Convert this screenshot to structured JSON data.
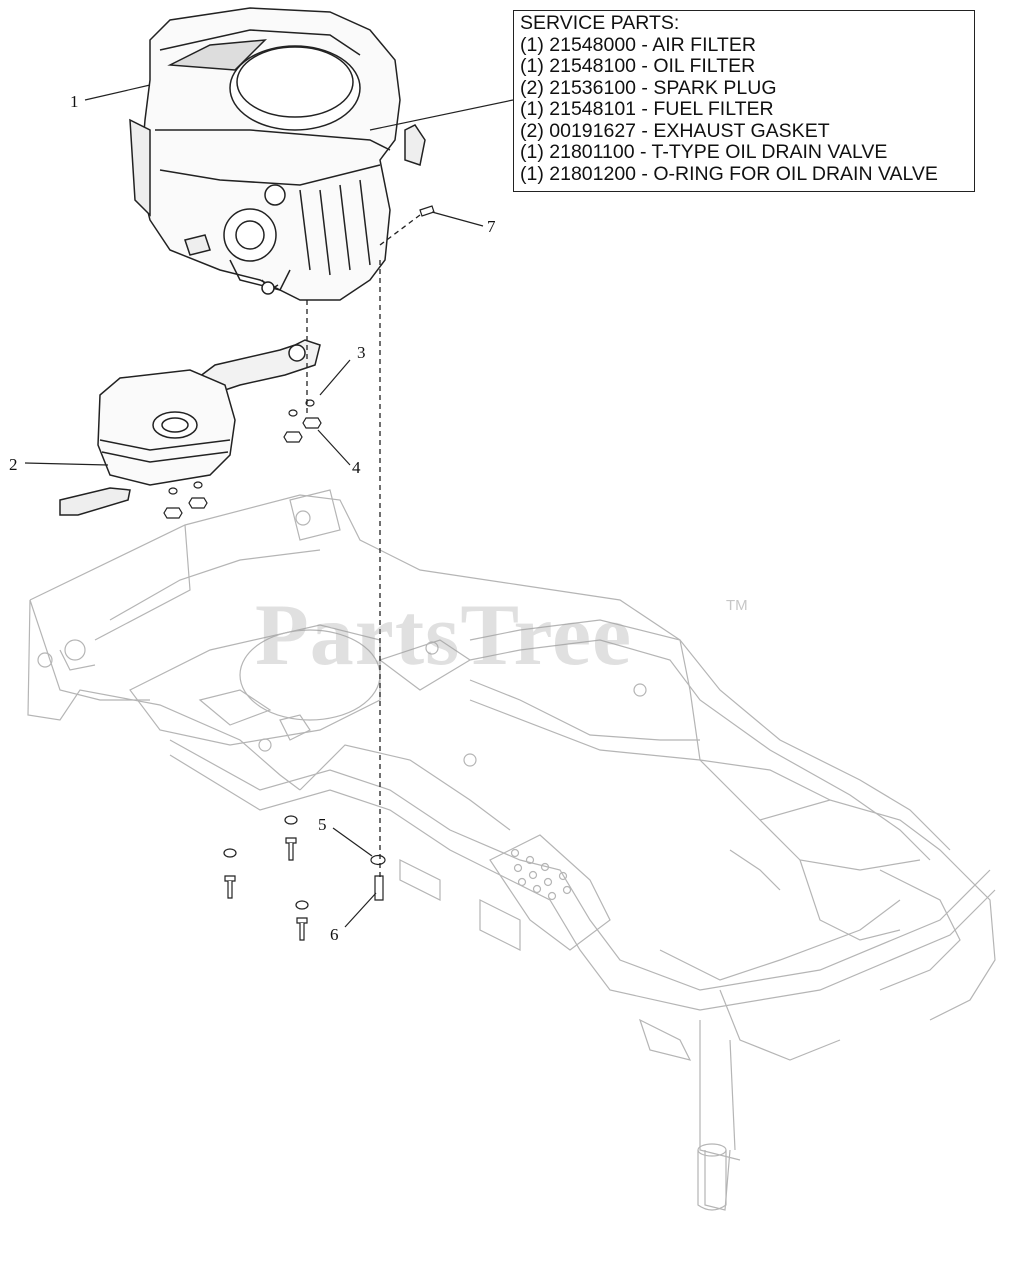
{
  "service_parts": {
    "title": "SERVICE PARTS:",
    "items": [
      "(1) 21548000 - AIR FILTER",
      "(1) 21548100 - OIL FILTER",
      "(2) 21536100 - SPARK PLUG",
      "(1) 21548101 - FUEL FILTER",
      "(2) 00191627 - EXHAUST GASKET",
      "(1) 21801100 - T-TYPE OIL DRAIN VALVE",
      "(1) 21801200 - O-RING FOR OIL DRAIN VALVE"
    ]
  },
  "callouts": [
    "1",
    "2",
    "3",
    "4",
    "5",
    "6",
    "7"
  ],
  "watermark": {
    "text": "PartsTree",
    "trademark": "TM"
  }
}
